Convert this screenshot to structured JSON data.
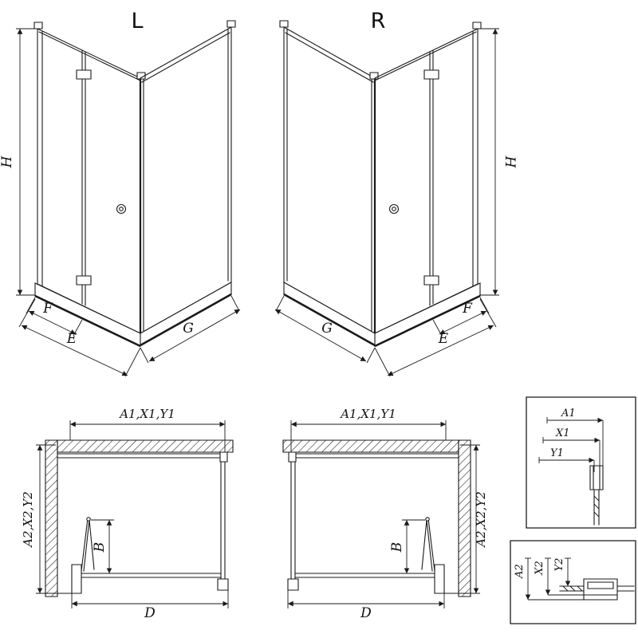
{
  "page": {
    "background": "#ffffff",
    "line_color": "#1a1a1a"
  },
  "views": {
    "iso_left": {
      "title": "L",
      "dim_height": "H",
      "dim_front_fixed": "F",
      "dim_front_total": "E",
      "dim_side": "G"
    },
    "iso_right": {
      "title": "R",
      "dim_height": "H",
      "dim_front_fixed": "F",
      "dim_front_total": "E",
      "dim_side": "G"
    },
    "plan_left": {
      "dim_top": "A1,X1,Y1",
      "dim_side": "A2,X2,Y2",
      "dim_door": "B",
      "dim_bottom": "D"
    },
    "plan_right": {
      "dim_top": "A1,X1,Y1",
      "dim_side": "A2,X2,Y2",
      "dim_door": "B",
      "dim_bottom": "D"
    },
    "detail_top": {
      "dims": [
        "A1",
        "X1",
        "Y1"
      ]
    },
    "detail_bottom": {
      "dims": [
        "A2",
        "X2",
        "Y2"
      ]
    }
  }
}
